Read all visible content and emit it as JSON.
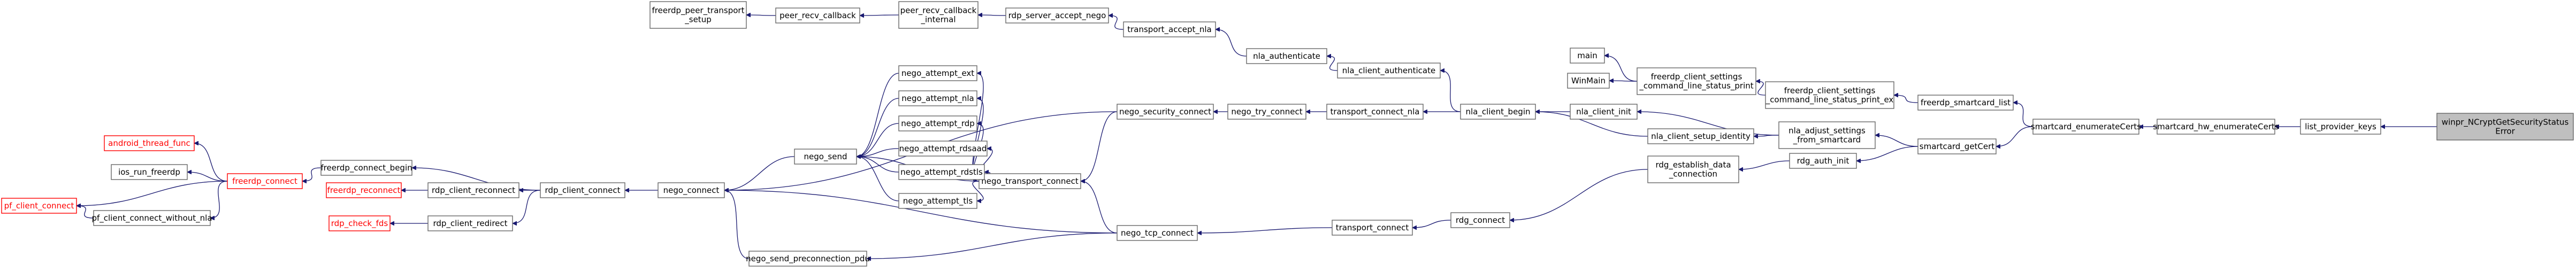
{
  "nodes": {
    "winpr_NCryptGetSecurityStatusError": [
      "winpr_NCryptGetSecurityStatus",
      "Error"
    ],
    "list_provider_keys": [
      "list_provider_keys"
    ],
    "smartcard_hw_enumerateCerts": [
      "smartcard_hw_enumerateCerts"
    ],
    "smartcard_enumerateCerts": [
      "smartcard_enumerateCerts"
    ],
    "freerdp_smartcard_list": [
      "freerdp_smartcard_list"
    ],
    "smartcard_getCert": [
      "smartcard_getCert"
    ],
    "freerdp_client_settings_command_line_status_print_ex": [
      "freerdp_client_settings",
      "_command_line_status_print_ex"
    ],
    "freerdp_client_settings_command_line_status_print": [
      "freerdp_client_settings",
      "_command_line_status_print"
    ],
    "main": [
      "main"
    ],
    "WinMain": [
      "WinMain"
    ],
    "nla_adjust_settings_from_smartcard": [
      "nla_adjust_settings",
      "_from_smartcard"
    ],
    "rdg_auth_init": [
      "rdg_auth_init"
    ],
    "nla_client_init": [
      "nla_client_init"
    ],
    "nla_client_setup_identity": [
      "nla_client_setup_identity"
    ],
    "rdg_establish_data_connection": [
      "rdg_establish_data",
      "_connection"
    ],
    "nla_client_begin": [
      "nla_client_begin"
    ],
    "nla_client_authenticate": [
      "nla_client_authenticate"
    ],
    "nla_authenticate": [
      "nla_authenticate"
    ],
    "transport_accept_nla": [
      "transport_accept_nla"
    ],
    "rdp_server_accept_nego": [
      "rdp_server_accept_nego"
    ],
    "peer_recv_callback_internal": [
      "peer_recv_callback",
      "_internal"
    ],
    "peer_recv_callback": [
      "peer_recv_callback"
    ],
    "freerdp_peer_transport_setup": [
      "freerdp_peer_transport",
      "_setup"
    ],
    "transport_connect_nla": [
      "transport_connect_nla"
    ],
    "nego_try_connect": [
      "nego_try_connect"
    ],
    "nego_security_connect": [
      "nego_security_connect"
    ],
    "nego_transport_connect": [
      "nego_transport_connect"
    ],
    "nego_attempt_ext": [
      "nego_attempt_ext"
    ],
    "nego_attempt_nla": [
      "nego_attempt_nla"
    ],
    "nego_attempt_rdp": [
      "nego_attempt_rdp"
    ],
    "nego_attempt_rdsaad": [
      "nego_attempt_rdsaad"
    ],
    "nego_attempt_rdstls": [
      "nego_attempt_rdstls"
    ],
    "nego_attempt_tls": [
      "nego_attempt_tls"
    ],
    "nego_send": [
      "nego_send"
    ],
    "nego_connect": [
      "nego_connect"
    ],
    "rdp_client_connect": [
      "rdp_client_connect"
    ],
    "freerdp_connect_begin": [
      "freerdp_connect_begin"
    ],
    "rdp_client_reconnect": [
      "rdp_client_reconnect"
    ],
    "rdp_client_redirect": [
      "rdp_client_redirect"
    ],
    "freerdp_reconnect": [
      "freerdp_reconnect"
    ],
    "rdp_check_fds": [
      "rdp_check_fds"
    ],
    "freerdp_connect": [
      "freerdp_connect"
    ],
    "android_thread_func": [
      "android_thread_func"
    ],
    "ios_run_freerdp": [
      "ios_run_freerdp"
    ],
    "pf_client_connect": [
      "pf_client_connect"
    ],
    "pf_client_connect_without_nla": [
      "pf_client_connect_without_nla"
    ],
    "rdg_connect": [
      "rdg_connect"
    ],
    "transport_connect": [
      "transport_connect"
    ],
    "nego_tcp_connect": [
      "nego_tcp_connect"
    ],
    "nego_send_preconnection_pdu": [
      "nego_send_preconnection_pdu"
    ]
  },
  "colors": {
    "edge": "#191970",
    "node_border": "#666666",
    "truncated_border": "#ff0000",
    "focus_fill": "#bfbfbf"
  }
}
